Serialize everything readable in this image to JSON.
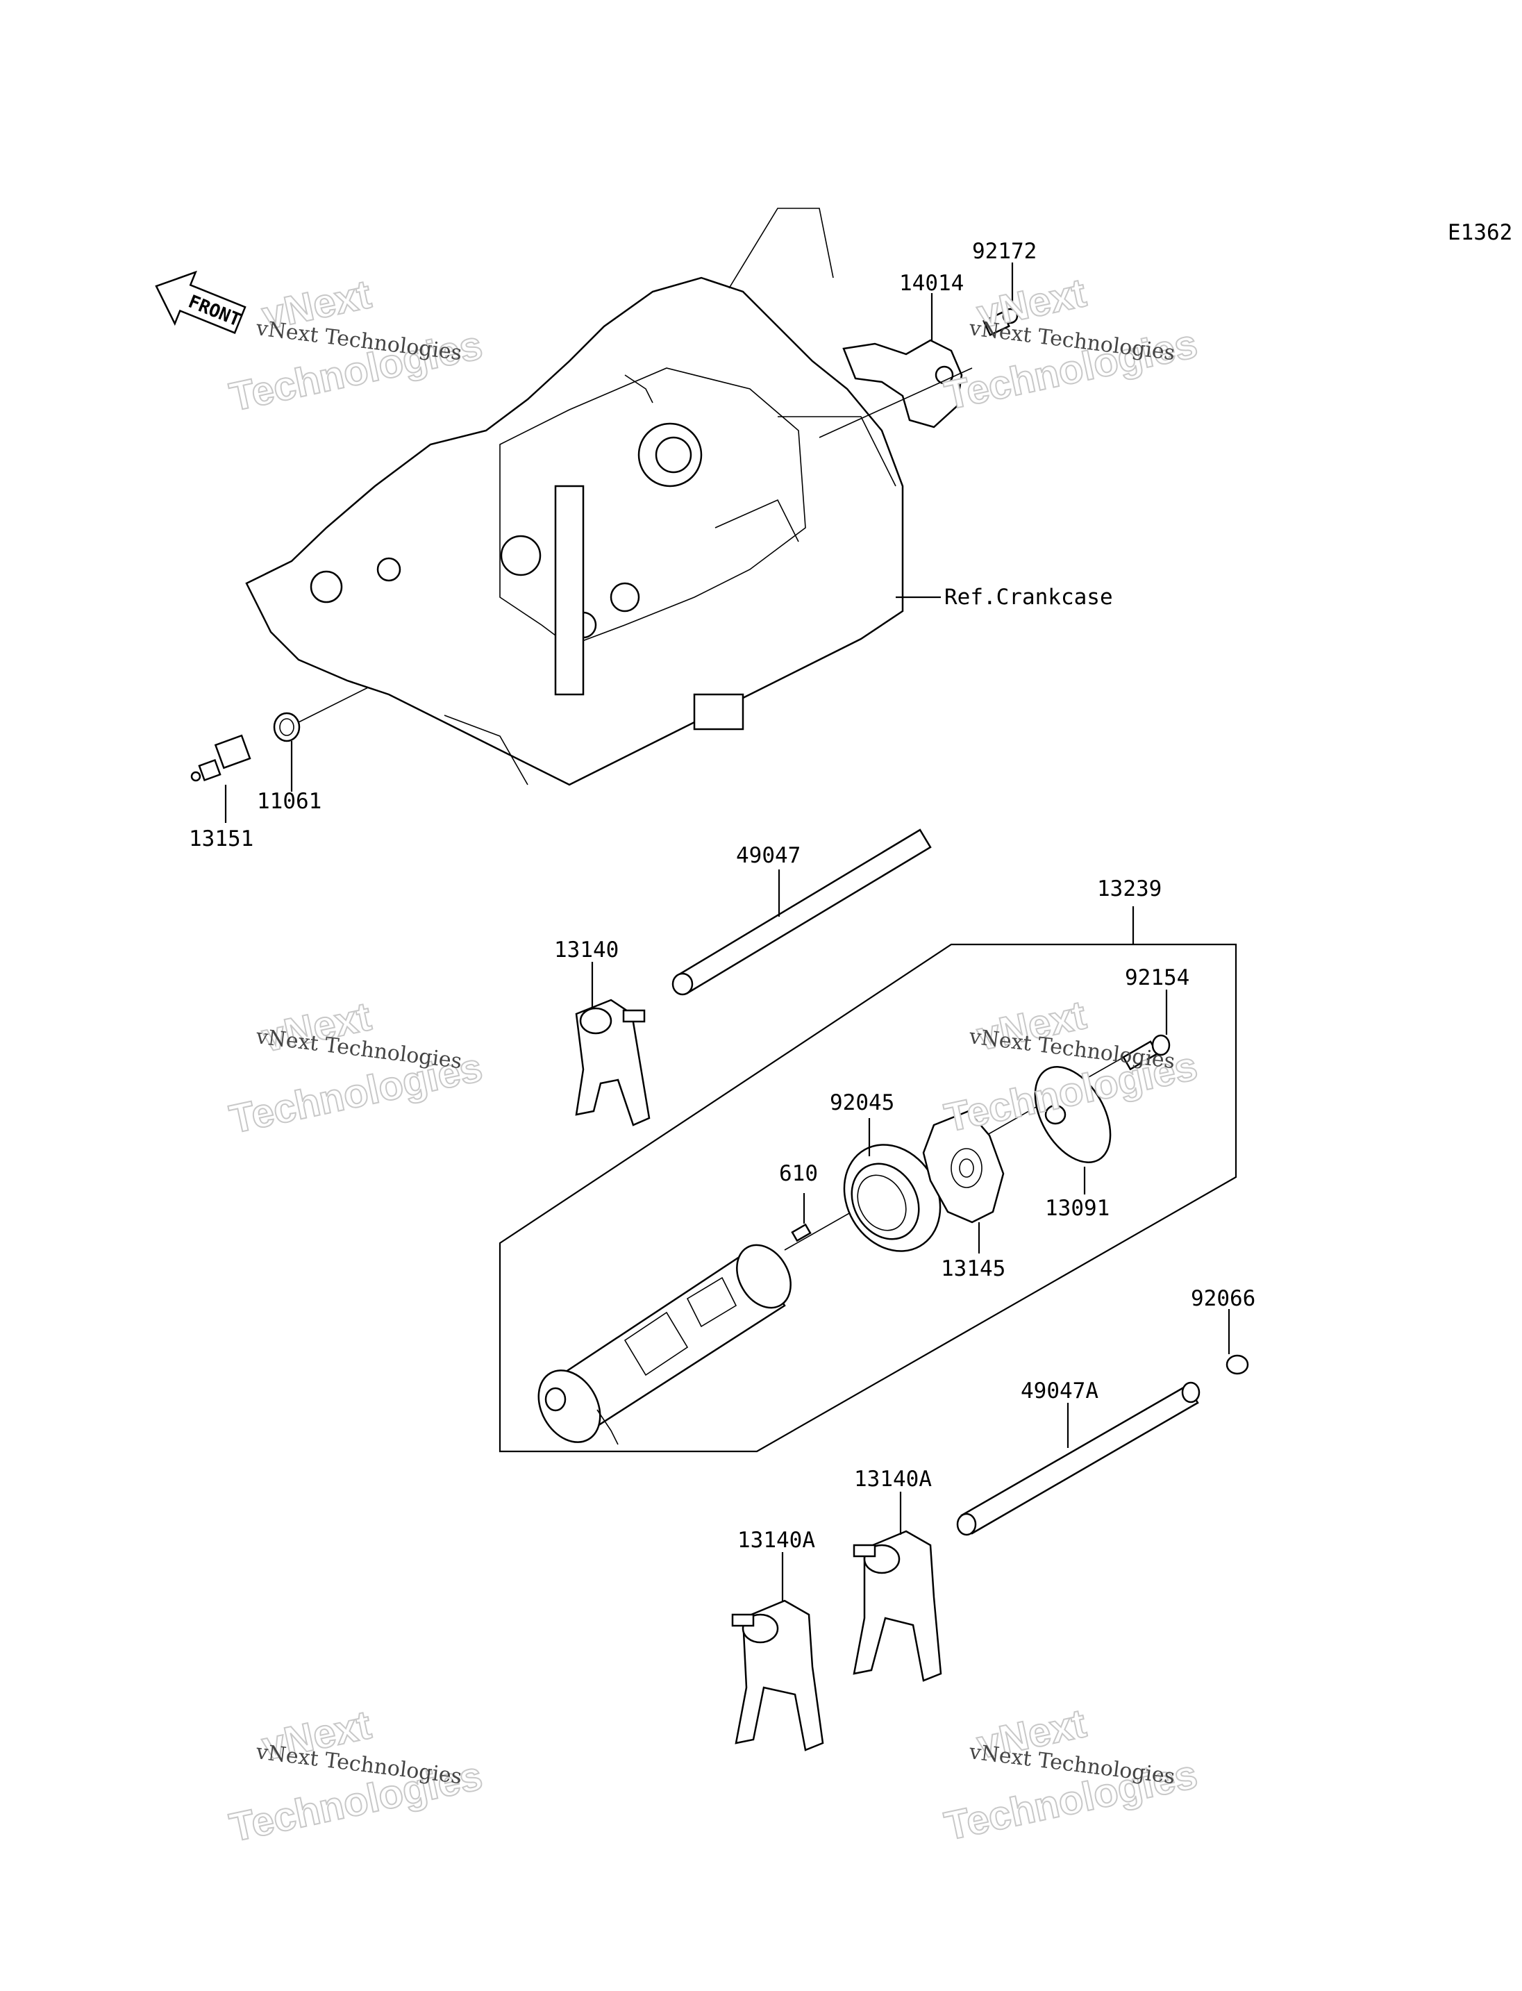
{
  "diagram_code": "E1362",
  "front_label": "FRONT",
  "ref_label": "Ref.Crankcase",
  "watermark": {
    "line1": "vNext Technologies",
    "line2": "vNext",
    "line3": "Technologies"
  },
  "callouts": {
    "p92172": "92172",
    "p14014": "14014",
    "p11061": "11061",
    "p13151": "13151",
    "p49047": "49047",
    "p13239": "13239",
    "p13140": "13140",
    "p92154": "92154",
    "p92045": "92045",
    "p610": "610",
    "p13091": "13091",
    "p13145": "13145",
    "p92066": "92066",
    "p49047A": "49047A",
    "p13140A_upper": "13140A",
    "p13140A_lower": "13140A"
  }
}
